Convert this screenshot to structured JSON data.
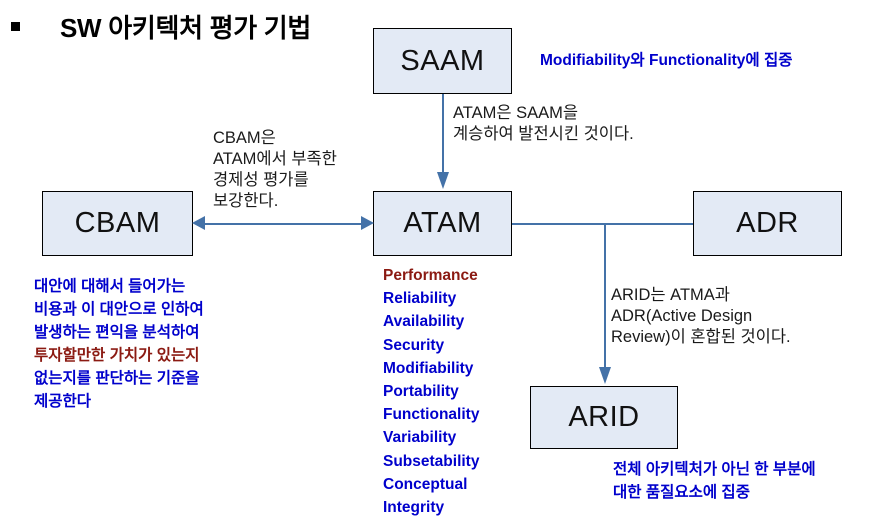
{
  "slide": {
    "title": "SW 아키텍처 평가 기법",
    "bullet_glyph": "square-bullet"
  },
  "nodes": {
    "saam": "SAAM",
    "cbam": "CBAM",
    "atam": "ATAM",
    "adr": "ADR",
    "arid": "ARID"
  },
  "notes": {
    "cbam_to_atam": "CBAM은\nATAM에서 부족한\n경제성 평가를\n보강한다.",
    "saam_to_atam": "ATAM은 SAAM을\n계승하여 발전시킨 것이다.",
    "adr_to_arid": "ARID는 ATMA과\nADR(Active Design\nReview)이 혼합된 것이다."
  },
  "emphasis": {
    "saam_focus": "Modifiability와 Functionality에 집중",
    "arid_focus": "전체 아키텍처가 아닌 한 부분에\n대한 품질요소에 집중",
    "cbam_desc_lines": [
      {
        "text": "대안에 대해서 들어가는",
        "color": "#0000cc"
      },
      {
        "text": "비용과 이 대안으로 인하여",
        "color": "#0000cc"
      },
      {
        "text": "발생하는 편익을 분석하여",
        "color": "#0000cc"
      },
      {
        "text": "투자할만한 가치가 있는지",
        "color": "#8b1a12"
      },
      {
        "text": "없는지를 판단하는 기준을",
        "color": "#0000cc"
      },
      {
        "text": "제공한다",
        "color": "#0000cc"
      }
    ]
  },
  "atam_attributes": [
    {
      "label": "Performance",
      "color": "#8b1a12"
    },
    {
      "label": "Reliability",
      "color": "#0000cc"
    },
    {
      "label": "Availability",
      "color": "#0000cc"
    },
    {
      "label": "Security",
      "color": "#0000cc"
    },
    {
      "label": "Modifiability",
      "color": "#0000cc"
    },
    {
      "label": "Portability",
      "color": "#0000cc"
    },
    {
      "label": "Functionality",
      "color": "#0000cc"
    },
    {
      "label": "Variability",
      "color": "#0000cc"
    },
    {
      "label": "Subsetability",
      "color": "#0000cc"
    },
    {
      "label": "Conceptual",
      "color": "#0000cc"
    },
    {
      "label": "Integrity",
      "color": "#0000cc"
    }
  ],
  "colors": {
    "box_fill": "#e3eaf5",
    "box_border": "#000000",
    "connector": "#4472a8",
    "blue_text": "#0000cc",
    "red_text": "#8b1a12"
  }
}
